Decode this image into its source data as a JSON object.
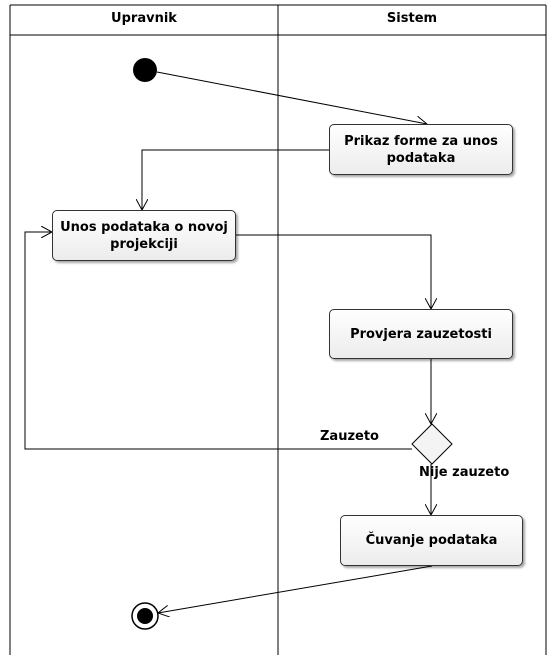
{
  "lanes": [
    {
      "name": "Upravnik"
    },
    {
      "name": "Sistem"
    }
  ],
  "nodes": {
    "prikaz": {
      "label": "Prikaz forme za unos podataka"
    },
    "unos": {
      "label": "Unos podataka o novoj projekciji"
    },
    "provjera": {
      "label": "Provjera zauzetosti"
    },
    "cuvanje": {
      "label": "Čuvanje podataka"
    }
  },
  "guards": {
    "zauzeto": "Zauzeto",
    "nije_zauzeto": "Nije zauzeto"
  },
  "colors": {
    "line": "#000000",
    "node_border": "#333333",
    "start_fill": "#000000"
  }
}
